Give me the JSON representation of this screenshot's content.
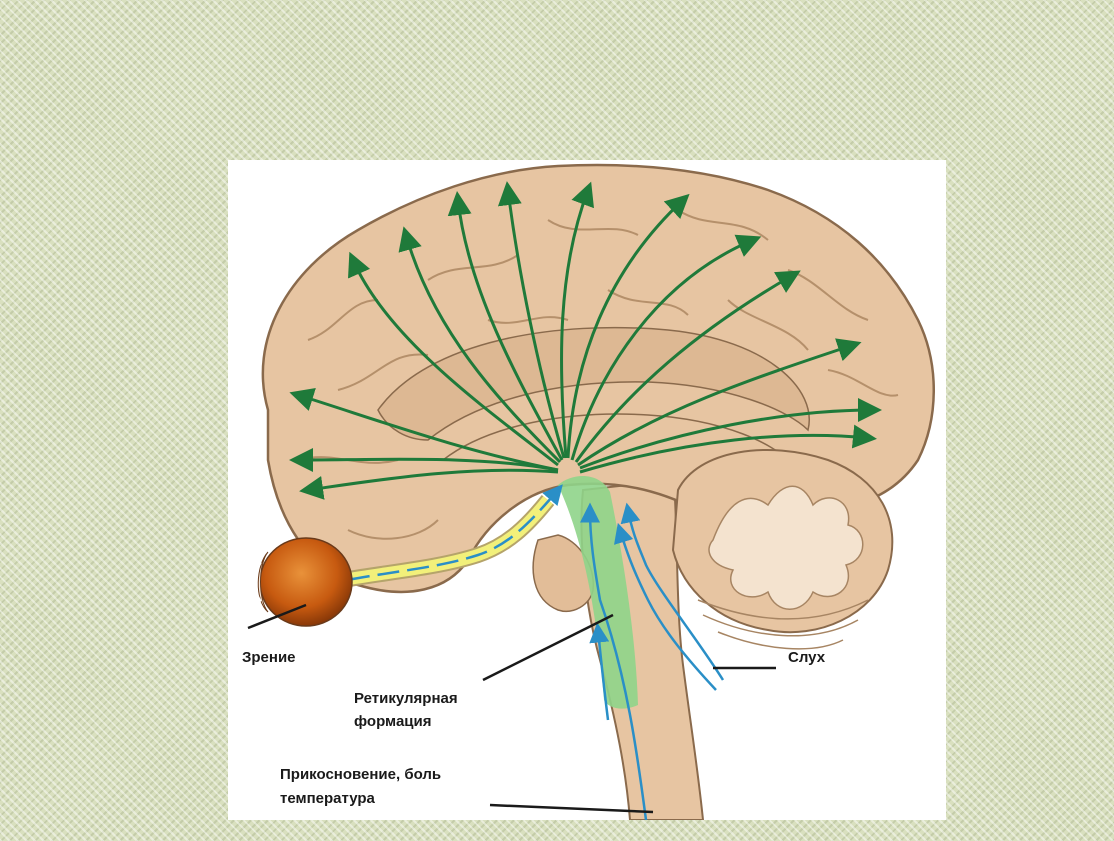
{
  "labels": {
    "vision": "Зрение",
    "hearing": "Слух",
    "reticular_line1": "Ретикулярная",
    "reticular_line2": "формация",
    "touch_line1": "Прикосновение, боль",
    "touch_line2": "температура"
  },
  "colors": {
    "slide_background": "#d9e0bf",
    "brain_tissue": "#e7c5a2",
    "brain_outline": "#8a6a4c",
    "projection_arrows": "#1f7a3a",
    "sensory_pathways": "#2a8fc7",
    "optic_nerve": "#f2f07a",
    "reticular_formation": "#8fd48a",
    "eye_iris": "#c75a10"
  },
  "icons": [
    "eye-icon",
    "brain-icon",
    "cerebellum-icon",
    "brainstem-icon"
  ]
}
